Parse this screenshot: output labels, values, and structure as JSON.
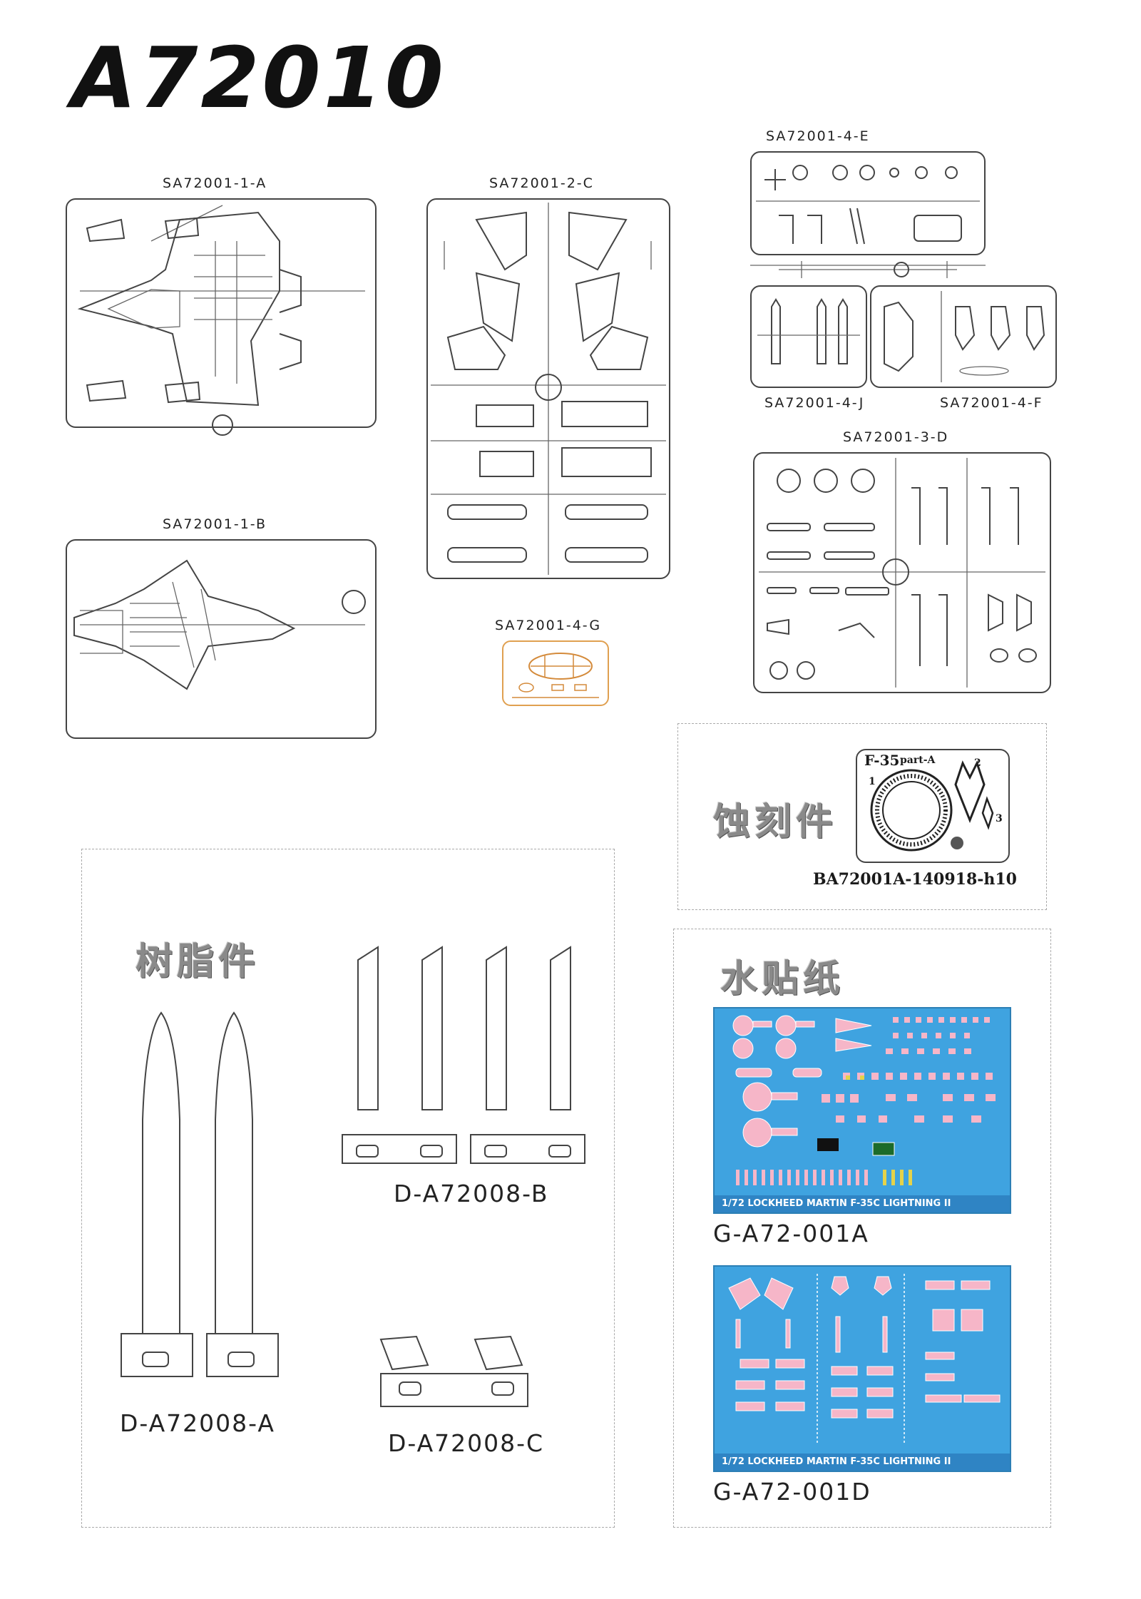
{
  "title": "A72010",
  "sprues": {
    "a": "SA72001-1-A",
    "b": "SA72001-1-B",
    "c": "SA72001-2-C",
    "e": "SA72001-4-E",
    "j": "SA72001-4-J",
    "f": "SA72001-4-F",
    "d": "SA72001-3-D",
    "g": "SA72001-4-G"
  },
  "photo_etch": {
    "heading": "蚀刻件",
    "plate_title": "F-35",
    "plate_part": "part-A",
    "numbers": [
      "1",
      "2",
      "3"
    ],
    "code": "BA72001A-140918-h10"
  },
  "resin": {
    "heading": "树脂件",
    "items": [
      "D-A72008-A",
      "D-A72008-B",
      "D-A72008-C"
    ]
  },
  "decals": {
    "heading": "水贴纸",
    "sheet1_strip": "1/72 LOCKHEED MARTIN F-35C LIGHTNING II",
    "sheet1_code": "G-A72-001A",
    "sheet2_strip": "1/72 LOCKHEED MARTIN F-35C LIGHTNING II",
    "sheet2_code": "G-A72-001D"
  },
  "colors": {
    "decal_blue": "#3fa3e0",
    "clear_part_orange": "#e0a050"
  }
}
